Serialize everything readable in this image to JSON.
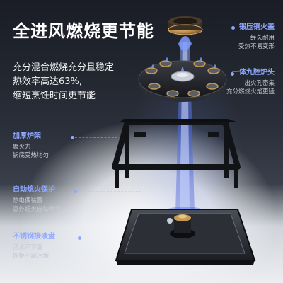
{
  "headline": "全进风燃烧更节能",
  "intro": {
    "line1": "充分混合燃烧充分且稳定",
    "line2": "热效率高达63%,",
    "line3": "缩短烹饪时间更节能"
  },
  "callouts": {
    "cap": {
      "title": "锻压铜火盖",
      "line1": "经久耐用",
      "line2": "受热不易变形"
    },
    "burner": {
      "title": "一体九腔炉头",
      "line1": "出火孔密集",
      "line2": "充分燃烧火焰更猛"
    },
    "grate": {
      "title": "加厚炉架",
      "line1": "聚火力",
      "line2": "锅底受热均匀"
    },
    "safety": {
      "title": "自动熄火保护",
      "line1": "热电偶装置",
      "line2": "意外熄火自动断气"
    },
    "tray": {
      "title": "不锈钢接液盘",
      "line1": "汤水不下漏",
      "line2": "橱柜不藏污垢"
    }
  },
  "colors": {
    "accent": "#8fa8ff",
    "flame": "#6f8dff",
    "brass": "#c49a55"
  },
  "icons": {
    "cap": "brass-burner-cap-icon",
    "burner": "nine-cavity-burner-icon",
    "grate": "pan-support-grate-icon",
    "tray": "drip-tray-icon"
  }
}
